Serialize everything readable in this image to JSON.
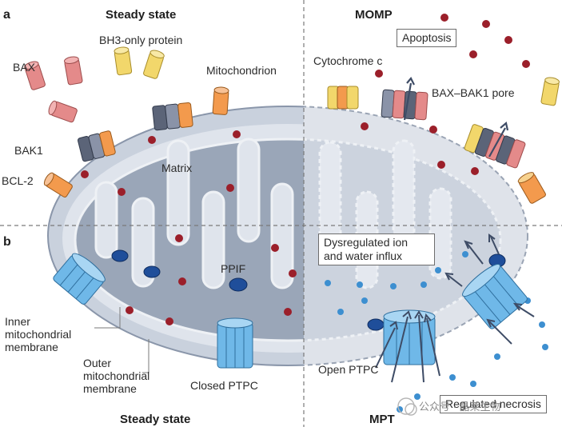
{
  "panels": {
    "a": {
      "letter": "a",
      "left_title": "Steady state",
      "right_title": "MOMP"
    },
    "b": {
      "letter": "b",
      "left_title": "Steady state",
      "right_title": "MPT"
    }
  },
  "labels": {
    "bh3": "BH3-only protein",
    "bax": "BAX",
    "mitochondrion": "Mitochondrion",
    "bak1": "BAK1",
    "bcl2": "BCL-2",
    "matrix": "Matrix",
    "ppif": "PPIF",
    "inner_membrane": "Inner mitochondrial membrane",
    "outer_membrane": "Outer mitochondrial membrane",
    "closed_ptpc": "Closed PTPC",
    "open_ptpc": "Open PTPC",
    "cytochrome_c": "Cytochrome c",
    "pore": "BAX–BAK1 pore"
  },
  "boxes": {
    "apoptosis": "Apoptosis",
    "dysregulated": "Dysregulated ion and water influx",
    "necrosis": "Regulated necrosis"
  },
  "watermark": "公众号 · 晶莱生物",
  "colors": {
    "outer_membrane": "#c9d1dd",
    "matrix": "#9aa6b8",
    "cristae_gap": "#dfe4ec",
    "bax": "#e48a8a",
    "bak1": "#5b6478",
    "bcl2": "#f39a4d",
    "bh3": "#f2d76b",
    "cytochrome_c": "#9b1f2a",
    "ppif": "#1f4e9a",
    "ion": "#3d8fd0",
    "ptpc": "#6fb8e8"
  }
}
